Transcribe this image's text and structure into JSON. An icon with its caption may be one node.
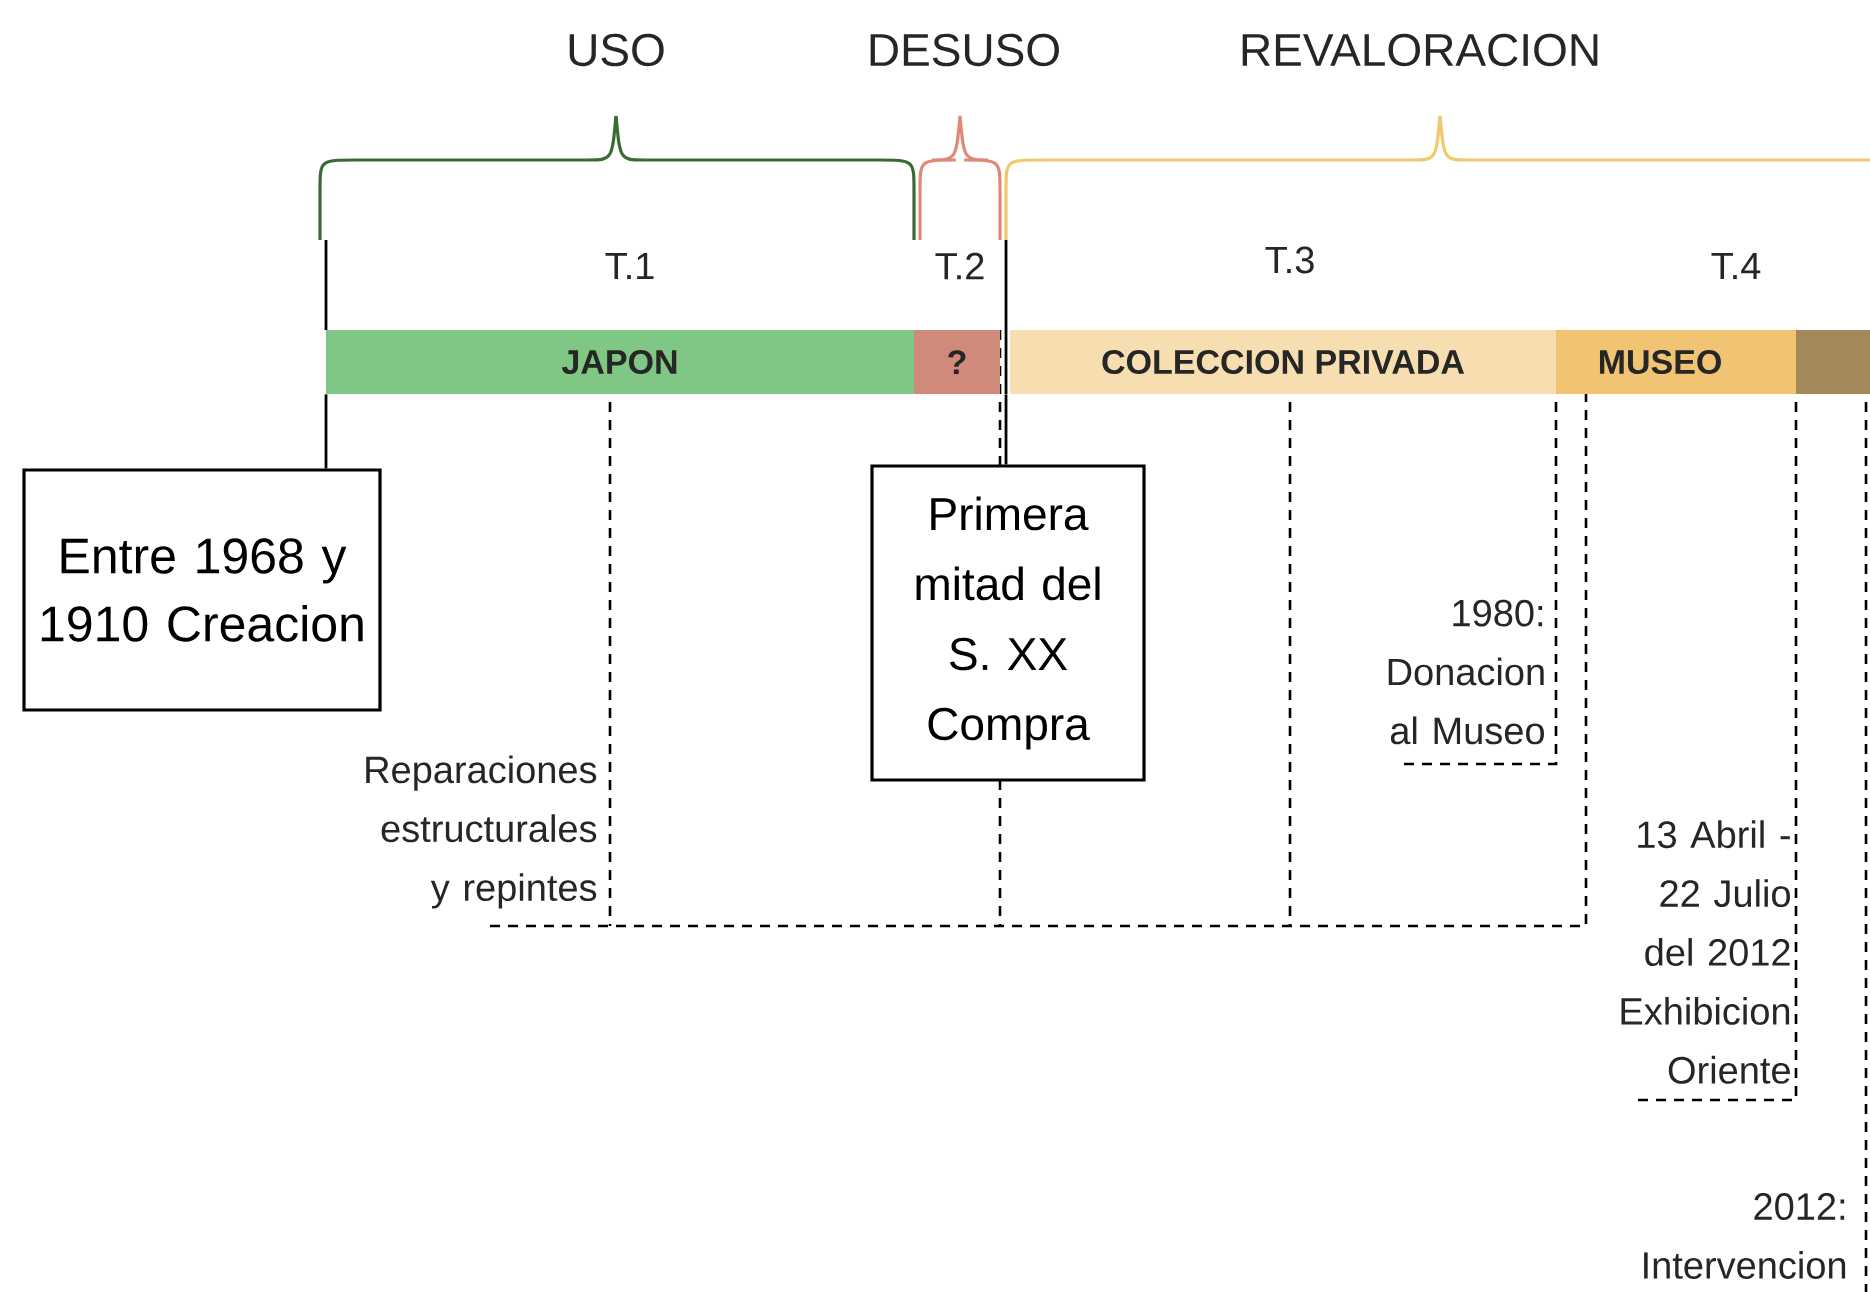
{
  "diagram": {
    "nodes": [
      {
        "text": [
          "JAPON"
        ]
      },
      {
        "text": [
          "?"
        ]
      },
      {
        "text": [
          "COLECCION PRIVADA"
        ]
      },
      {
        "text": [
          "MUSEO"
        ]
      },
      {
        "text": [],
        "shape": "bar"
      },
      {
        "text": [
          "Entre 1968 y 1910 Creacion"
        ]
      },
      {
        "text": [
          "Primera mitad del S. XX Compra"
        ]
      }
    ],
    "edges": [
      {
        "from": 5,
        "to": 0,
        "arrow": "none"
      },
      {
        "from": 6,
        "to": 2,
        "arrow": "none"
      }
    ],
    "labels": [
      "USO",
      "DESUSO",
      "REVALORACION",
      "T.1",
      "T.2",
      "T.3",
      "T.4",
      "1980: Donacion al Museo",
      "Reparaciones estructurales y repintes",
      "13 Abril - 22 Julio del 2012 Exhibicion Oriente",
      "2012: Intervencion"
    ]
  }
}
